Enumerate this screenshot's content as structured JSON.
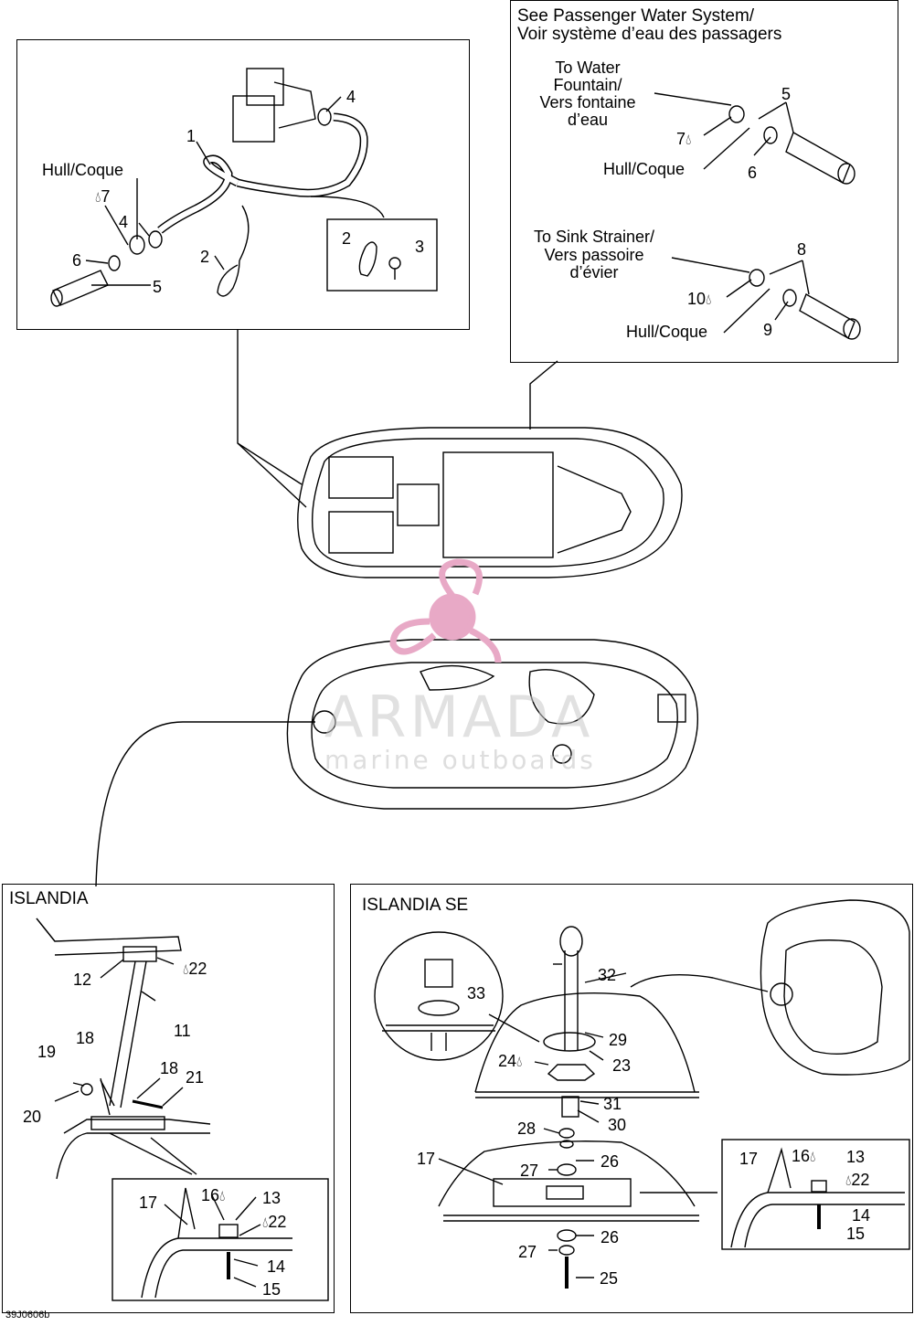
{
  "panels": {
    "top_left": {
      "labels": {
        "n1": "1",
        "n2a": "2",
        "n4a": "4",
        "n4b": "4",
        "n5": "5",
        "n6": "6",
        "n7": "7",
        "hull": "Hull/Coque",
        "n2b": "2",
        "n3": "3"
      }
    },
    "top_right": {
      "header_line1": "See Passenger Water System/",
      "header_line2": "Voir système d’eau des passagers",
      "fountain_1": "To Water",
      "fountain_2": "Fountain/",
      "fountain_3": "Vers fontaine",
      "fountain_4": "d’eau",
      "n5": "5",
      "n7": "7",
      "hull1": "Hull/Coque",
      "n6": "6",
      "sink_1": "To Sink Strainer/",
      "sink_2": "Vers passoire",
      "sink_3": "d’évier",
      "n8": "8",
      "n10": "10",
      "hull2": "Hull/Coque",
      "n9": "9"
    },
    "islandia": {
      "title": "ISLANDIA",
      "n12": "12",
      "n22": "22",
      "n11": "11",
      "n18a": "18",
      "n19": "19",
      "n18b": "18",
      "n21": "21",
      "n20": "20",
      "inset": {
        "n17": "17",
        "n16": "16",
        "n13": "13",
        "n22": "22",
        "n14": "14",
        "n15": "15"
      }
    },
    "islandia_se": {
      "title": "ISLANDIA SE",
      "n32": "32",
      "n33": "33",
      "n29": "29",
      "n24": "24",
      "n23": "23",
      "n31": "31",
      "n30": "30",
      "n28": "28",
      "n17": "17",
      "n26a": "26",
      "n27a": "27",
      "n26b": "26",
      "n27b": "27",
      "n25": "25",
      "inset": {
        "n17": "17",
        "n16": "16",
        "n13": "13",
        "n22": "22",
        "n14": "14",
        "n15": "15"
      }
    }
  },
  "watermark": {
    "brand": "ARMADA",
    "tagline": "marine outboards"
  },
  "drawing_code": "39J0606b"
}
